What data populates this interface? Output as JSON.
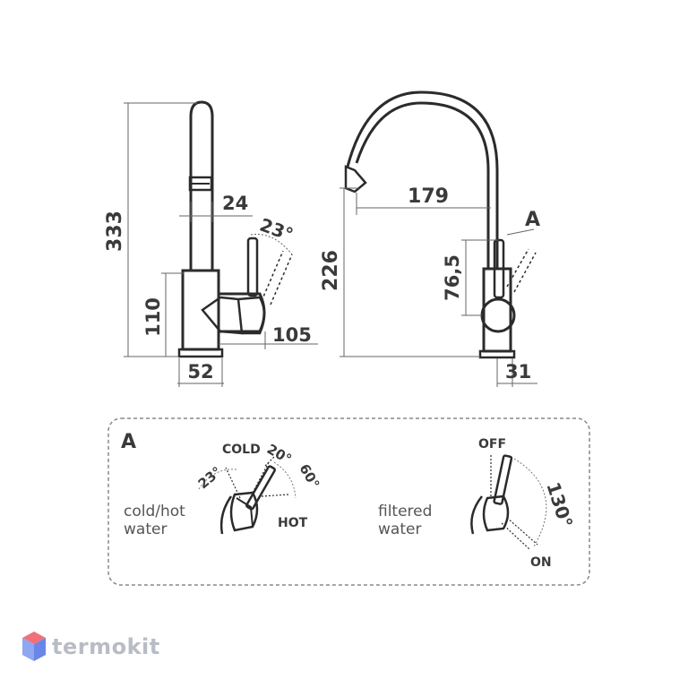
{
  "side_view": {
    "height_total": "333",
    "spout_diameter": "24",
    "lever_angle": "23°",
    "body_height": "110",
    "body_projection": "105",
    "base_width": "52"
  },
  "front_view": {
    "spout_reach": "179",
    "spout_height": "226",
    "detail_marker": "A",
    "lever_height": "76,5",
    "base_offset": "31"
  },
  "detail_a": {
    "title": "A",
    "left": {
      "caption_line1": "cold/hot",
      "caption_line2": "water",
      "cold_label": "COLD",
      "hot_label": "HOT",
      "angle_tilt": "23°",
      "angle_cold": "20°",
      "angle_hot": "60°"
    },
    "right": {
      "caption_line1": "filtered",
      "caption_line2": "water",
      "off_label": "OFF",
      "on_label": "ON",
      "angle_range": "130°"
    }
  },
  "brand": {
    "name": "termokit",
    "colors": {
      "top": "#f2707a",
      "left": "#8fa6f0",
      "right": "#6a86e6"
    }
  }
}
